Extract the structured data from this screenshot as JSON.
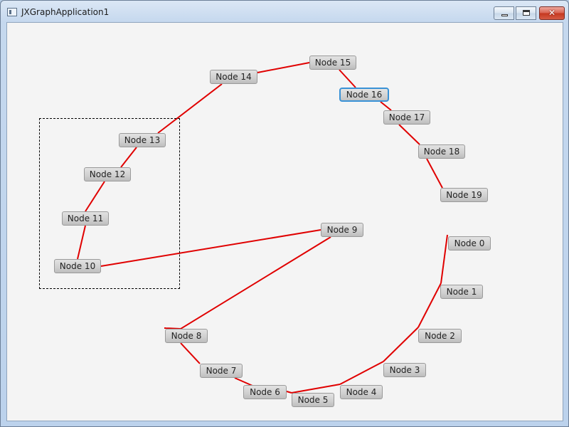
{
  "window": {
    "title": "JXGraphApplication1",
    "controls": {
      "minimize": "minimize",
      "maximize": "maximize",
      "close": "✕"
    }
  },
  "graph": {
    "edge_color": "#e00000",
    "selection_color": "#3a92d6",
    "nodes": [
      {
        "id": 0,
        "label": "Node 0"
      },
      {
        "id": 1,
        "label": "Node 1"
      },
      {
        "id": 2,
        "label": "Node 2"
      },
      {
        "id": 3,
        "label": "Node 3"
      },
      {
        "id": 4,
        "label": "Node 4"
      },
      {
        "id": 5,
        "label": "Node 5"
      },
      {
        "id": 6,
        "label": "Node 6"
      },
      {
        "id": 7,
        "label": "Node 7"
      },
      {
        "id": 8,
        "label": "Node 8"
      },
      {
        "id": 9,
        "label": "Node 9"
      },
      {
        "id": 10,
        "label": "Node 10"
      },
      {
        "id": 11,
        "label": "Node 11"
      },
      {
        "id": 12,
        "label": "Node 12"
      },
      {
        "id": 13,
        "label": "Node 13"
      },
      {
        "id": 14,
        "label": "Node 14"
      },
      {
        "id": 15,
        "label": "Node 15"
      },
      {
        "id": 16,
        "label": "Node 16",
        "selected": true
      },
      {
        "id": 17,
        "label": "Node 17"
      },
      {
        "id": 18,
        "label": "Node 18"
      },
      {
        "id": 19,
        "label": "Node 19"
      }
    ],
    "edges": [
      [
        0,
        1
      ],
      [
        1,
        2
      ],
      [
        2,
        3
      ],
      [
        3,
        4
      ],
      [
        4,
        5
      ],
      [
        5,
        6
      ],
      [
        6,
        7
      ],
      [
        7,
        8
      ],
      [
        8,
        9
      ],
      [
        9,
        10
      ],
      [
        10,
        11
      ],
      [
        11,
        12
      ],
      [
        12,
        13
      ],
      [
        13,
        14
      ],
      [
        14,
        15
      ],
      [
        15,
        16
      ],
      [
        16,
        17
      ],
      [
        17,
        18
      ],
      [
        18,
        19
      ]
    ]
  }
}
